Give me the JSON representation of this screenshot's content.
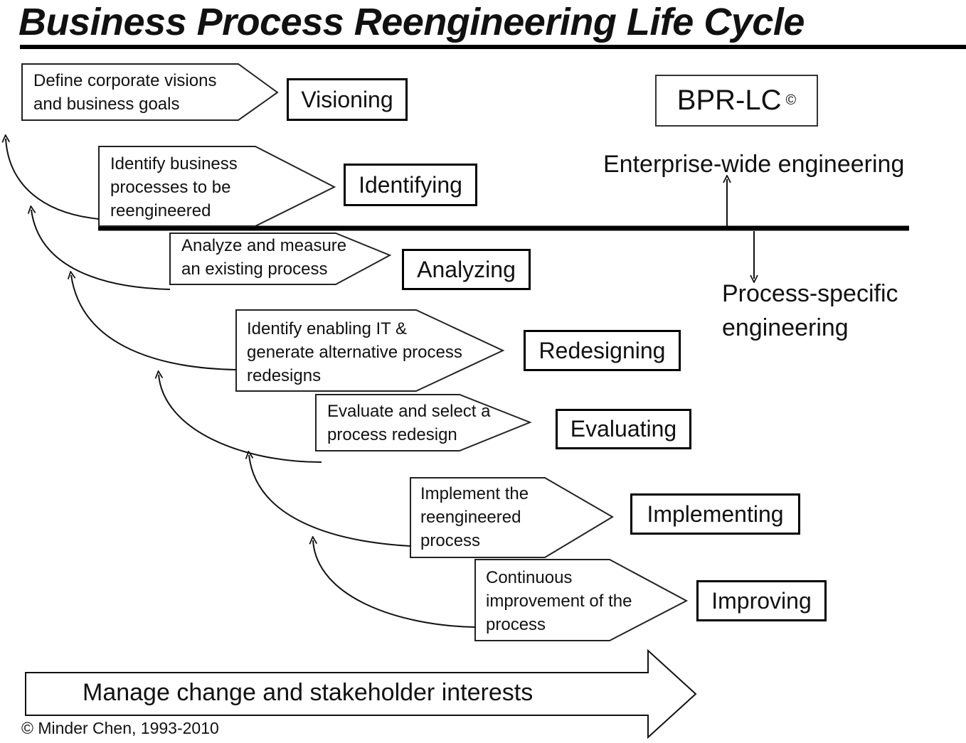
{
  "title": "Business Process Reengineering Life Cycle",
  "badge": {
    "text": "BPR-LC",
    "mark": "©"
  },
  "levels": {
    "enterprise": "Enterprise-wide engineering",
    "process": "Process-specific\nengineering"
  },
  "steps": [
    {
      "stage": "Visioning",
      "description": "Define corporate visions\nand business goals"
    },
    {
      "stage": "Identifying",
      "description": "Identify business\nprocesses to be\nreengineered"
    },
    {
      "stage": "Analyzing",
      "description": "Analyze and measure\nan existing process"
    },
    {
      "stage": "Redesigning",
      "description": "Identify enabling IT &\ngenerate alternative process\nredesigns"
    },
    {
      "stage": "Evaluating",
      "description": "Evaluate and select a\nprocess redesign"
    },
    {
      "stage": "Implementing",
      "description": "Implement the\nreengineered\nprocess"
    },
    {
      "stage": "Improving",
      "description": "Continuous\nimprovement of the\nprocess"
    }
  ],
  "footer_arrow": "Manage change and stakeholder interests",
  "copyright": "© Minder Chen, 1993-2010"
}
